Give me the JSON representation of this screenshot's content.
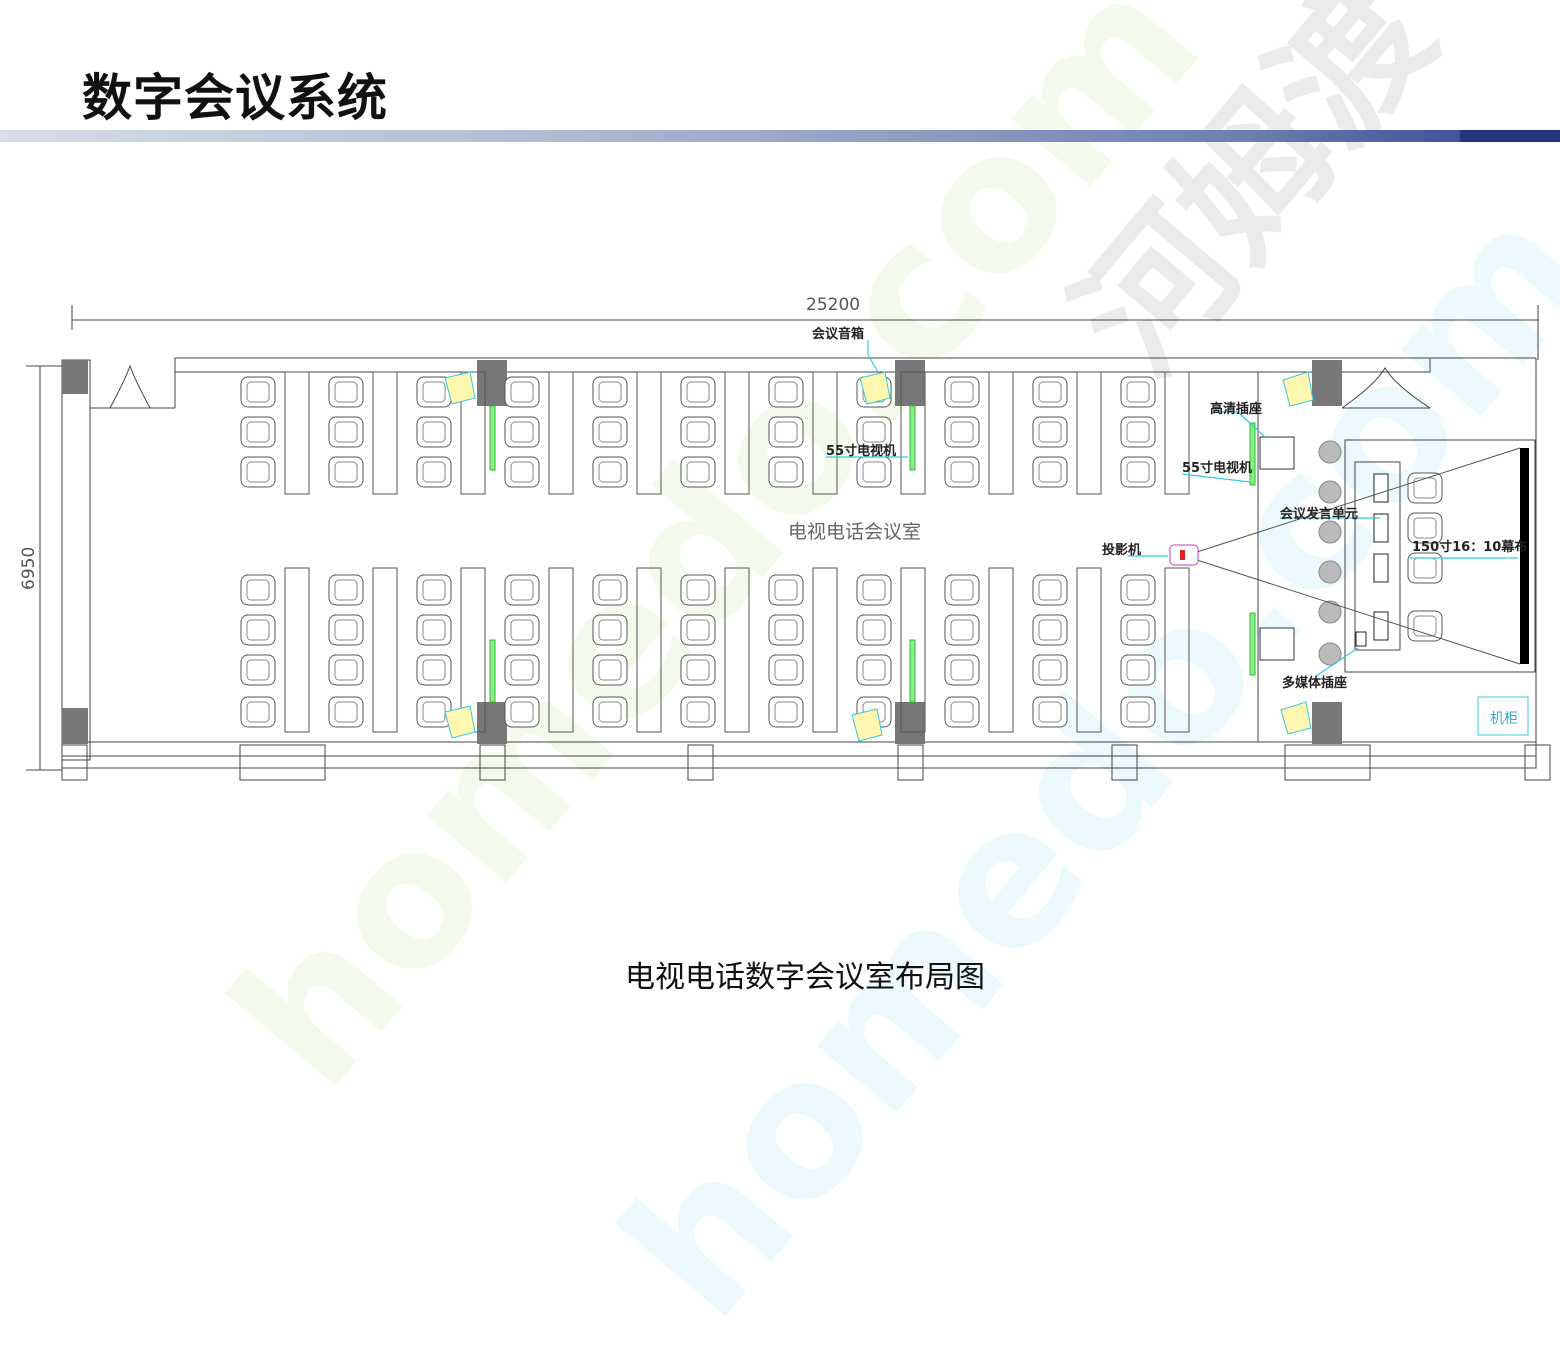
{
  "slide_title": "数字会议系统",
  "caption": "电视电话数字会议室布局图",
  "diagram": {
    "dim_width": "25200",
    "dim_height": "6950",
    "room_label": "电视电话会议室",
    "labels": {
      "speaker": "会议音箱",
      "tv_mid": "55寸电视机",
      "hd_socket": "高清插座",
      "tv_right": "55寸电视机",
      "mic_unit": "会议发言单元",
      "projector": "投影机",
      "screen": "150寸16：10幕布",
      "media_socket": "多媒体插座",
      "cabinet": "机柜"
    }
  },
  "watermark": {
    "text": "homedo.com",
    "cn": "河姆渡"
  },
  "colors": {
    "accent": "#25357e",
    "cyan": "#33ccdd",
    "green": "#44dd44"
  }
}
